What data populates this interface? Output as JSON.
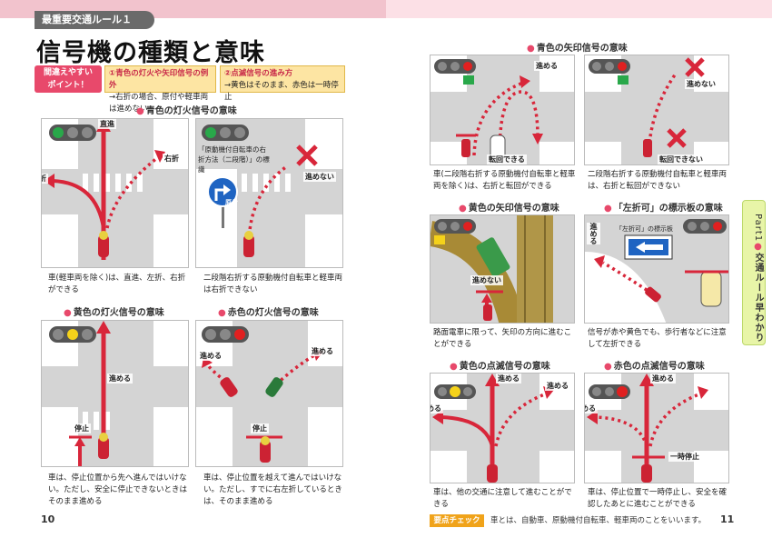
{
  "left_page": {
    "rule_tag": "最重要交通ルール１",
    "title": "信号機の種類と意味",
    "point_box": "間違えやすい\nポイント！",
    "notes": [
      {
        "heading": "①青色の灯火や矢印信号の例外",
        "body": "→右折の場合、原付や軽車両は進めない"
      },
      {
        "heading": "②点滅信号の進み方",
        "body": "→黄色はそのまま、赤色は一時停止"
      }
    ],
    "sections": [
      {
        "title": "青色の灯火信号の意味"
      },
      {
        "title": "黄色の灯火信号の意味"
      },
      {
        "title": "赤色の灯火信号の意味"
      }
    ],
    "panel_labels": {
      "p1": {
        "straight": "直進",
        "right": "右折",
        "left": "左折"
      },
      "p2": {
        "sign_note": "「原動機付自転車の右折方法（二段階）」の標識",
        "sign_text": "原付",
        "cannot": "進めない"
      },
      "p3": {
        "go": "進める",
        "stop": "停止"
      },
      "p4": {
        "go_l": "進める",
        "go_r": "進める",
        "stop": "停止"
      }
    },
    "captions": [
      "車(軽車両を除く)は、直進、左折、右折ができる",
      "二段階右折する原動機付自転車と軽車両は右折できない",
      "車は、停止位置から先へ進んではいけない。ただし、安全に停止できないときはそのまま進める",
      "車は、停止位置を越えて進んではいけない。ただし、すでに右左折しているときは、そのまま進める"
    ],
    "page_number": "10"
  },
  "right_page": {
    "sections": [
      {
        "title": "青色の矢印信号の意味"
      },
      {
        "title": "黄色の矢印信号の意味"
      },
      {
        "title": "「左折可」の標示板の意味"
      },
      {
        "title": "黄色の点滅信号の意味"
      },
      {
        "title": "赤色の点滅信号の意味"
      }
    ],
    "panel_labels": {
      "r1": {
        "go": "進める",
        "uturn": "転回できる"
      },
      "r2": {
        "cannot": "進めない",
        "uturn_no": "転回できない"
      },
      "r3": {
        "cannot": "進めない"
      },
      "r4": {
        "go": "進める",
        "sign_label": "「左折可」の標示板"
      },
      "r5": {
        "go_l": "進める",
        "go_s": "進める",
        "go_r": "進める"
      },
      "r6": {
        "go_s": "進める",
        "go_l": "進める",
        "stop": "一時停止"
      }
    },
    "captions": [
      "車(二段階右折する原動機付自転車と軽車両を除く)は、右折と転回ができる",
      "二段階右折する原動機付自転車と軽車両は、右折と転回ができない",
      "路面電車に限って、矢印の方向に進むことができる",
      "信号が赤や黄色でも、歩行者などに注意して左折できる",
      "車は、他の交通に注意して進むことができる",
      "車は、停止位置で一時停止し、安全を確認したあとに進むことができる"
    ],
    "side_tab_part": "Part1",
    "side_tab_text": "交通ルール早わかり",
    "check_label": "要点チェック",
    "check_text": "車とは、自動車、原動機付自転車、軽車両のことをいいます。",
    "page_number": "11"
  },
  "colors": {
    "accent": "#e8496b",
    "arrow_red": "#d8263a",
    "road": "#d4d4d4",
    "signal_green": "#29a84a",
    "signal_yellow": "#f5d21a",
    "signal_red": "#e02020",
    "note_bg": "#fde5a3",
    "side_tab": "#e8f5a8"
  }
}
